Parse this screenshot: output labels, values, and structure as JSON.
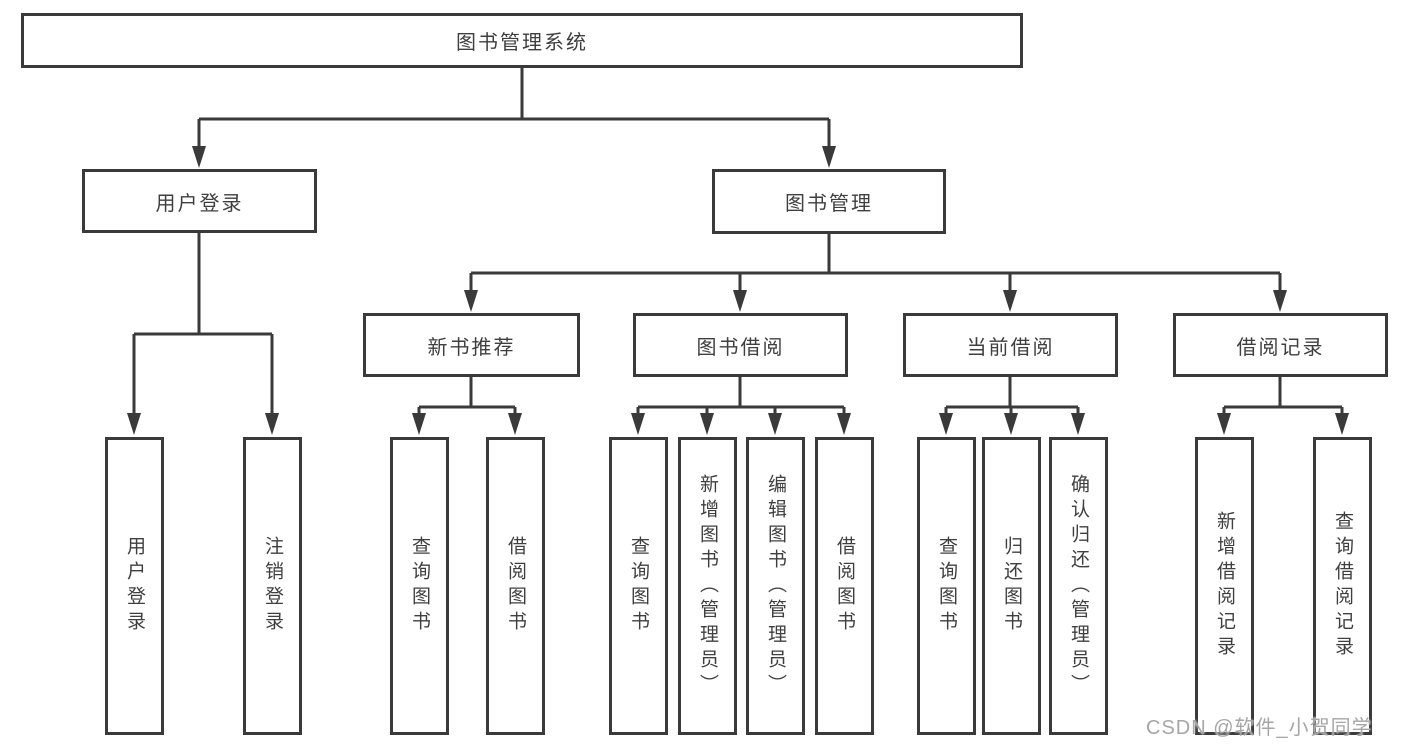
{
  "colors": {
    "line": "#3a3a3a",
    "text": "#3f3f3f",
    "watermark": "#a6a6a6",
    "background": "#ffffff"
  },
  "watermark": "CSDN @软件_小贺同学",
  "nodes": {
    "root": {
      "label": "图书管理系统"
    },
    "level2": [
      {
        "label": "用户登录"
      },
      {
        "label": "图书管理"
      }
    ],
    "level3": [
      {
        "label": "新书推荐"
      },
      {
        "label": "图书借阅"
      },
      {
        "label": "当前借阅"
      },
      {
        "label": "借阅记录"
      }
    ],
    "level4": [
      {
        "label": "用户登录"
      },
      {
        "label": "注销登录"
      },
      {
        "label": "查询图书"
      },
      {
        "label": "借阅图书"
      },
      {
        "label": "查询图书"
      },
      {
        "label": "新增图书（管理员）"
      },
      {
        "label": "编辑图书（管理员）"
      },
      {
        "label": "借阅图书"
      },
      {
        "label": "查询图书"
      },
      {
        "label": "归还图书"
      },
      {
        "label": "确认归还（管理员）"
      },
      {
        "label": "新增借阅记录"
      },
      {
        "label": "查询借阅记录"
      }
    ]
  }
}
